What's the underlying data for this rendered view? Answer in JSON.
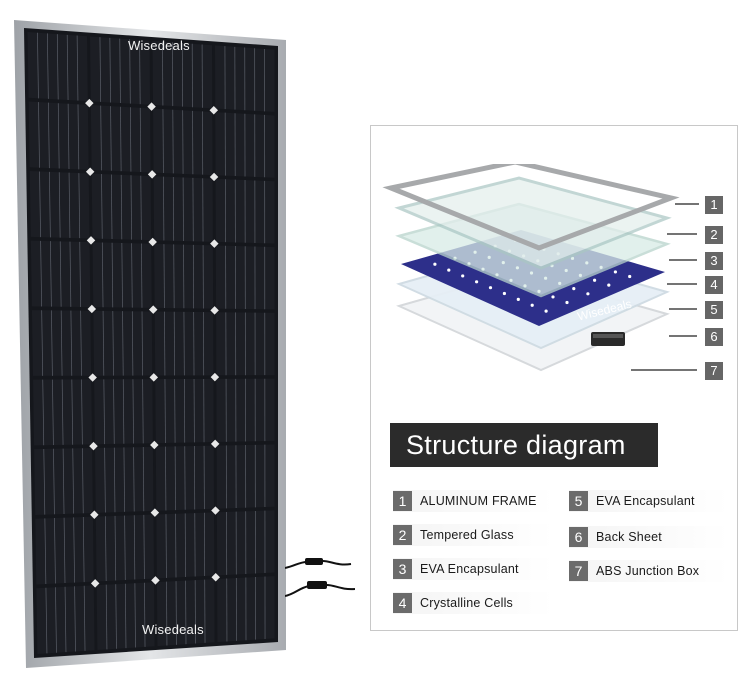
{
  "brand": {
    "top_label": "Wisedeals",
    "bottom_label": "Wisedeals",
    "diagram_watermark": "Wisedeals"
  },
  "diagram": {
    "title": "Structure diagram",
    "layer_numbers": [
      "1",
      "2",
      "3",
      "4",
      "5",
      "6",
      "7"
    ],
    "legend": [
      {
        "num": "1",
        "label": "ALUMINUM FRAME"
      },
      {
        "num": "2",
        "label": "Tempered Glass"
      },
      {
        "num": "3",
        "label": "EVA Encapsulant"
      },
      {
        "num": "4",
        "label": "Crystalline Cells"
      },
      {
        "num": "5",
        "label": "EVA Encapsulant"
      },
      {
        "num": "6",
        "label": "Back Sheet"
      },
      {
        "num": "7",
        "label": "ABS Junction Box"
      }
    ]
  },
  "colors": {
    "cell": "#1c1e24",
    "frame": "#c9ccd0",
    "number_badge": "#666666",
    "title_banner": "#2b2b2b",
    "cell_layer": "#2d2f8a"
  }
}
